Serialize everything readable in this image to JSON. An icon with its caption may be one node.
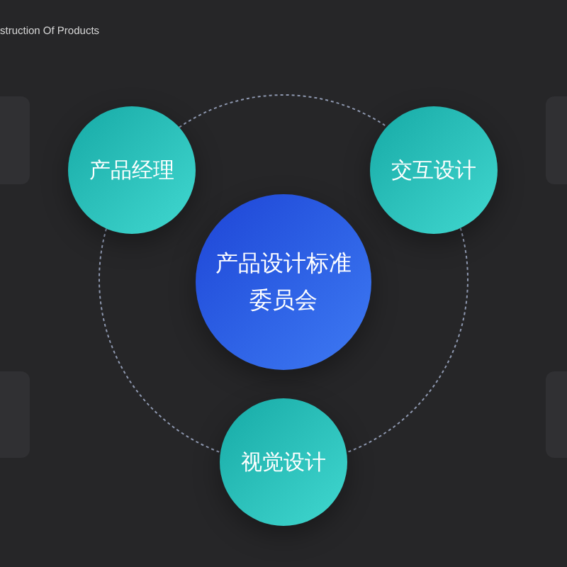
{
  "diagram": {
    "title": "struction Of Products",
    "nodes": [
      {
        "text": [
          "产品经理"
        ]
      },
      {
        "text": [
          "交互设计"
        ]
      },
      {
        "text": [
          "产品设计标准委员会"
        ]
      },
      {
        "text": [
          "视觉设计"
        ]
      }
    ],
    "edges": [
      {
        "from": 0,
        "to": 1,
        "arrow": "none",
        "style": "dashed"
      },
      {
        "from": 0,
        "to": 3,
        "arrow": "none",
        "style": "dashed"
      },
      {
        "from": 1,
        "to": 3,
        "arrow": "none",
        "style": "dashed"
      }
    ]
  }
}
